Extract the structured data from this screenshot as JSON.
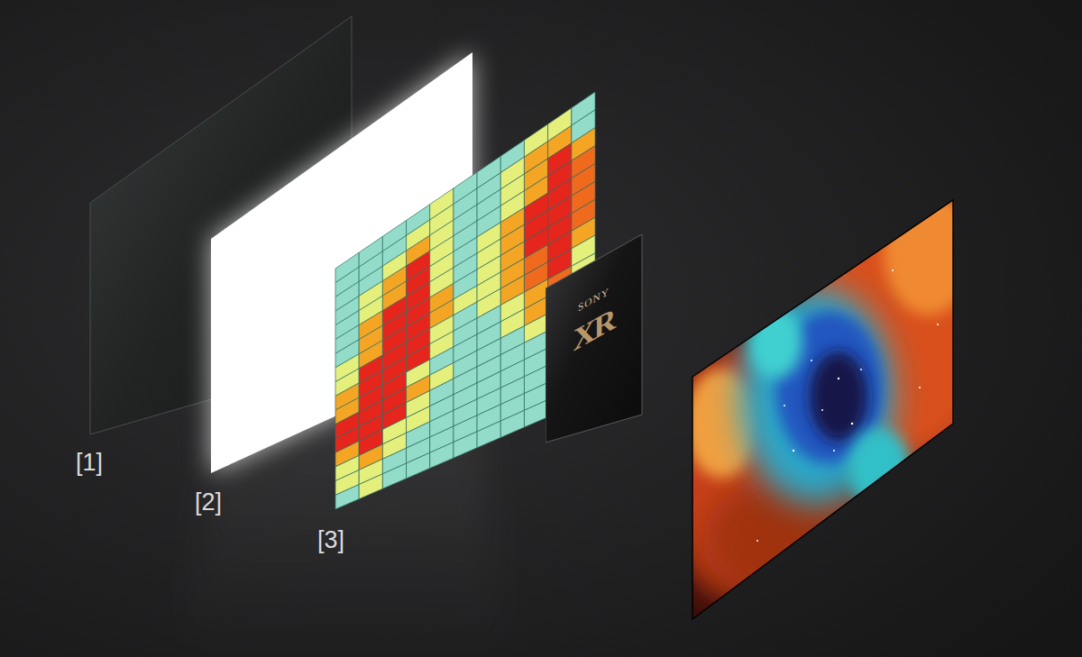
{
  "diagram": {
    "nodes": [
      {
        "text": [
          "SONY",
          "XR"
        ]
      }
    ],
    "labels": [
      "[1]",
      "[2]",
      "[3]"
    ]
  }
}
